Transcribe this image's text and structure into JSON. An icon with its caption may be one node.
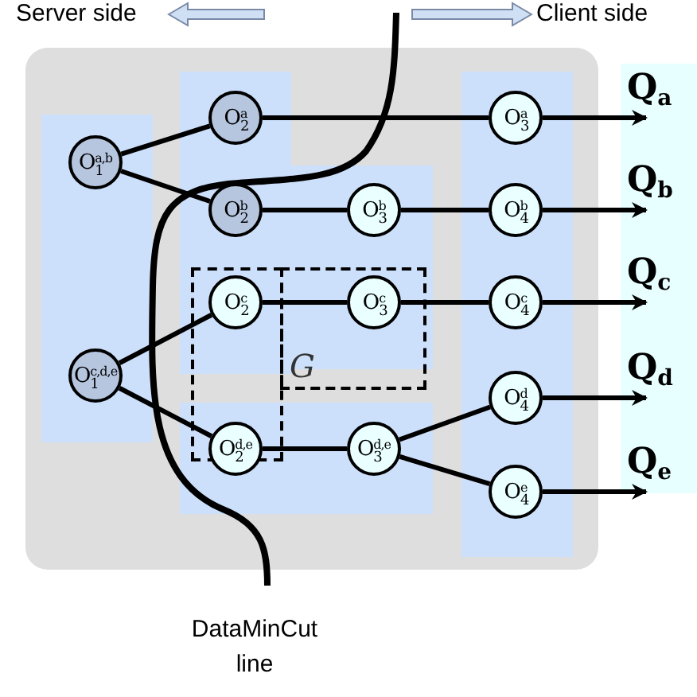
{
  "diagram": {
    "nodes": [
      {
        "text": [
          "O$_{1}$$^{a,b}$"
        ]
      },
      {
        "text": [
          "O$_{2}$$^{a}$"
        ]
      },
      {
        "text": [
          "O$_{2}$$^{b}$"
        ]
      },
      {
        "text": [
          "O$_{3}$$^{b}$"
        ]
      },
      {
        "text": [
          "O$_{3}$$^{a}$"
        ]
      },
      {
        "text": [
          "O$_{4}$$^{b}$"
        ]
      },
      {
        "text": [
          "O$_{2}$$^{c}$"
        ]
      },
      {
        "text": [
          "O$_{3}$$^{c}$"
        ]
      },
      {
        "text": [
          "O$_{4}$$^{c}$"
        ]
      },
      {
        "text": [
          "O$_{1}$$^{c,d,e}$"
        ]
      },
      {
        "text": [
          "O$_{2}$$^{d,e}$"
        ]
      },
      {
        "text": [
          "O$_{3}$$^{d,e}$"
        ]
      },
      {
        "text": [
          "O$_{4}$$^{d}$"
        ]
      },
      {
        "text": [
          "O$_{4}$$^{e}$"
        ]
      },
      {
        "text": [
          "Q$_{a}$"
        ]
      },
      {
        "text": [
          "Q$_{b}$"
        ]
      },
      {
        "text": [
          "Q$_{c}$"
        ]
      },
      {
        "text": [
          "Q$_{d}$"
        ]
      },
      {
        "text": [
          "Q$_{e}$"
        ]
      }
    ],
    "edges": [
      {
        "from": 0,
        "to": 1,
        "arrow": "none"
      },
      {
        "from": 0,
        "to": 2,
        "arrow": "none"
      },
      {
        "from": 1,
        "to": 4,
        "arrow": "none"
      },
      {
        "from": 2,
        "to": 3,
        "arrow": "none"
      },
      {
        "from": 3,
        "to": 5,
        "arrow": "none"
      },
      {
        "from": 9,
        "to": 6,
        "arrow": "none"
      },
      {
        "from": 6,
        "to": 7,
        "arrow": "none"
      },
      {
        "from": 7,
        "to": 8,
        "arrow": "none"
      },
      {
        "from": 9,
        "to": 10,
        "arrow": "none"
      },
      {
        "from": 10,
        "to": 11,
        "arrow": "none"
      },
      {
        "from": 11,
        "to": 12,
        "arrow": "none"
      },
      {
        "from": 11,
        "to": 13,
        "arrow": "none"
      },
      {
        "from": 4,
        "to": 14,
        "arrow": "to"
      },
      {
        "from": 5,
        "to": 15,
        "arrow": "to"
      },
      {
        "from": 8,
        "to": 16,
        "arrow": "to"
      },
      {
        "from": 12,
        "to": 17,
        "arrow": "to"
      },
      {
        "from": 13,
        "to": 18,
        "arrow": "to"
      }
    ],
    "labels": [
      "Server side",
      "Client side",
      "G",
      "DataMinCut line"
    ]
  }
}
